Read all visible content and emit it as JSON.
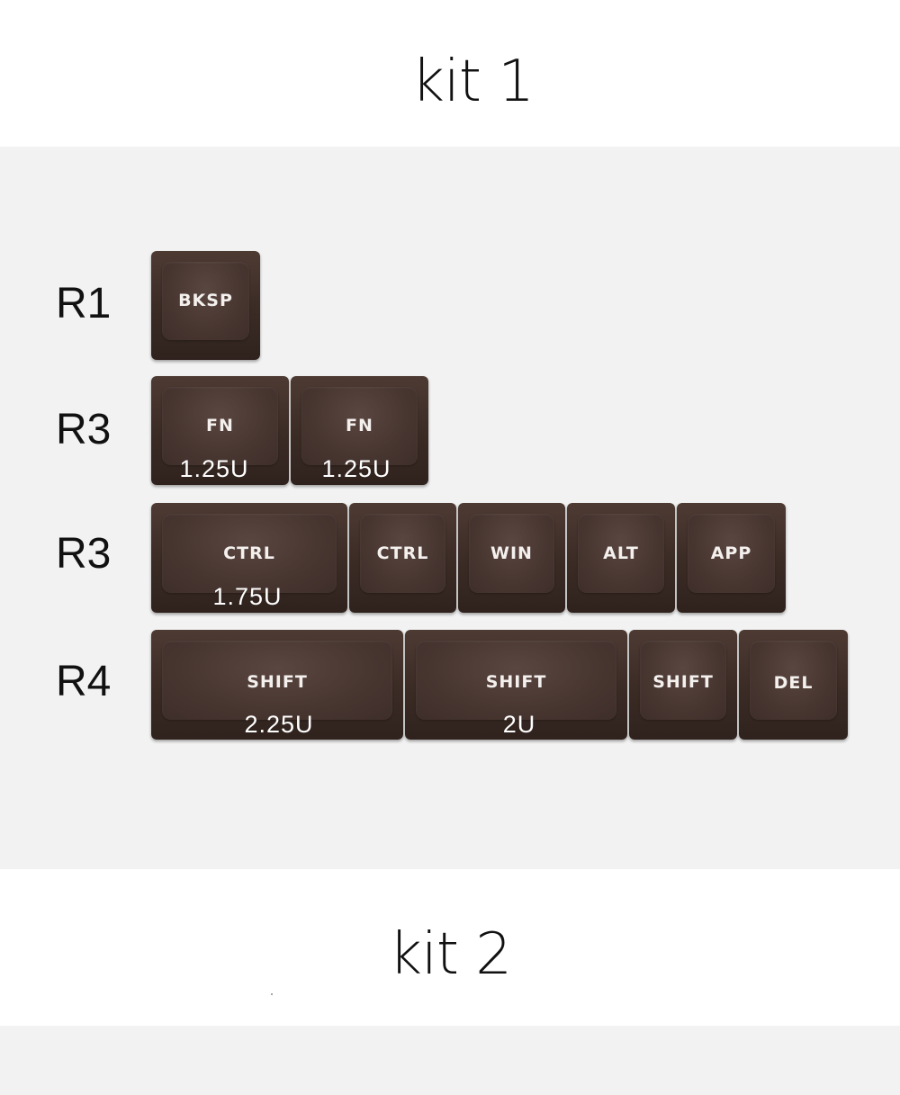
{
  "kit1": {
    "title": "kit 1",
    "rows": [
      {
        "label": "R1",
        "keys": [
          {
            "legend": "BKSP"
          }
        ]
      },
      {
        "label": "R3",
        "keys": [
          {
            "legend": "FN",
            "size": "1.25U"
          },
          {
            "legend": "FN",
            "size": "1.25U"
          }
        ]
      },
      {
        "label": "R3",
        "keys": [
          {
            "legend": "CTRL",
            "size": "1.75U"
          },
          {
            "legend": "CTRL"
          },
          {
            "legend": "WIN"
          },
          {
            "legend": "ALT"
          },
          {
            "legend": "APP"
          }
        ]
      },
      {
        "label": "R4",
        "keys": [
          {
            "legend": "SHIFT",
            "size": "2.25U"
          },
          {
            "legend": "SHIFT",
            "size": "2U"
          },
          {
            "legend": "SHIFT"
          },
          {
            "legend": "DEL"
          }
        ]
      }
    ]
  },
  "kit2": {
    "title": "kit 2"
  },
  "colors": {
    "keycap": "#3b2b25",
    "legend": "#f4f0ee",
    "background": "#f2f2f2"
  }
}
